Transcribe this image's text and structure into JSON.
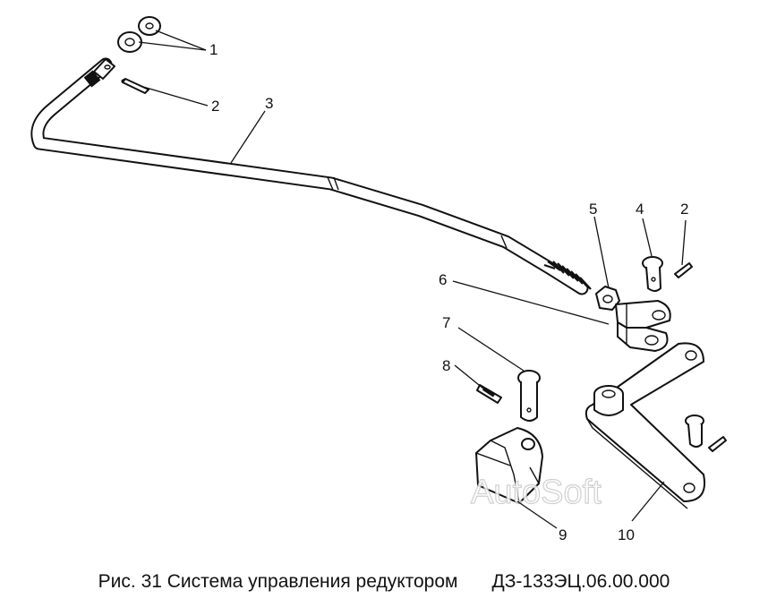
{
  "callouts": [
    {
      "id": "1",
      "text": "1"
    },
    {
      "id": "2a",
      "text": "2"
    },
    {
      "id": "3",
      "text": "3"
    },
    {
      "id": "5",
      "text": "5"
    },
    {
      "id": "4",
      "text": "4"
    },
    {
      "id": "2b",
      "text": "2"
    },
    {
      "id": "6",
      "text": "6"
    },
    {
      "id": "7",
      "text": "7"
    },
    {
      "id": "8",
      "text": "8"
    },
    {
      "id": "9",
      "text": "9"
    },
    {
      "id": "10",
      "text": "10"
    }
  ],
  "watermark": "AutoSoft",
  "caption": {
    "title": "Рис. 31 Система управления редуктором",
    "code": "ДЗ-133ЭЦ.06.00.000"
  }
}
